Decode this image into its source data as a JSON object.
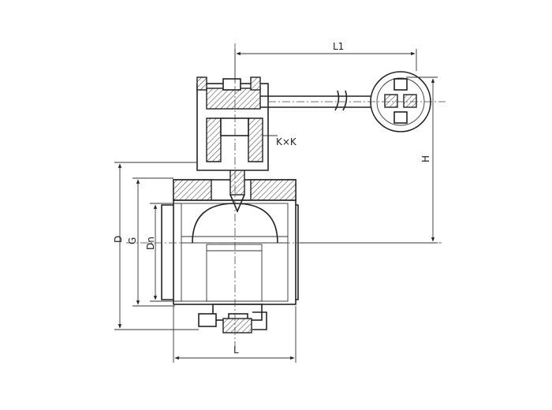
{
  "labels": {
    "l1": "L1",
    "h": "H",
    "kxk": "K×K",
    "d": "D",
    "g": "G",
    "dn": "Dn",
    "l": "L"
  }
}
